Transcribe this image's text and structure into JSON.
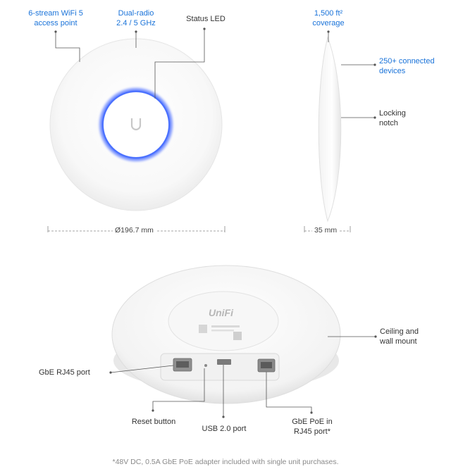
{
  "top_view": {
    "callouts": {
      "wifi": "6-stream WiFi 5\naccess point",
      "radio": "Dual-radio\n2.4 / 5 GHz",
      "led": "Status LED"
    },
    "logo_glyph": "U",
    "diameter": "Ø196.7 mm"
  },
  "side_view": {
    "callouts": {
      "coverage": "1,500 ft²\ncoverage",
      "devices": "250+ connected\ndevices",
      "notch": "Locking\nnotch"
    },
    "thickness": "35 mm"
  },
  "bottom_view": {
    "brand": "UniFi",
    "callouts": {
      "rj45": "GbE RJ45 port",
      "mount": "Ceiling and\nwall mount",
      "reset": "Reset button",
      "usb": "USB 2.0 port",
      "poe": "GbE PoE in\nRJ45 port*"
    }
  },
  "footnote": "*48V DC, 0.5A GbE PoE adapter included with single unit purchases.",
  "colors": {
    "accent": "#1a73d9",
    "led": "#2f5bff",
    "line": "#555555"
  }
}
